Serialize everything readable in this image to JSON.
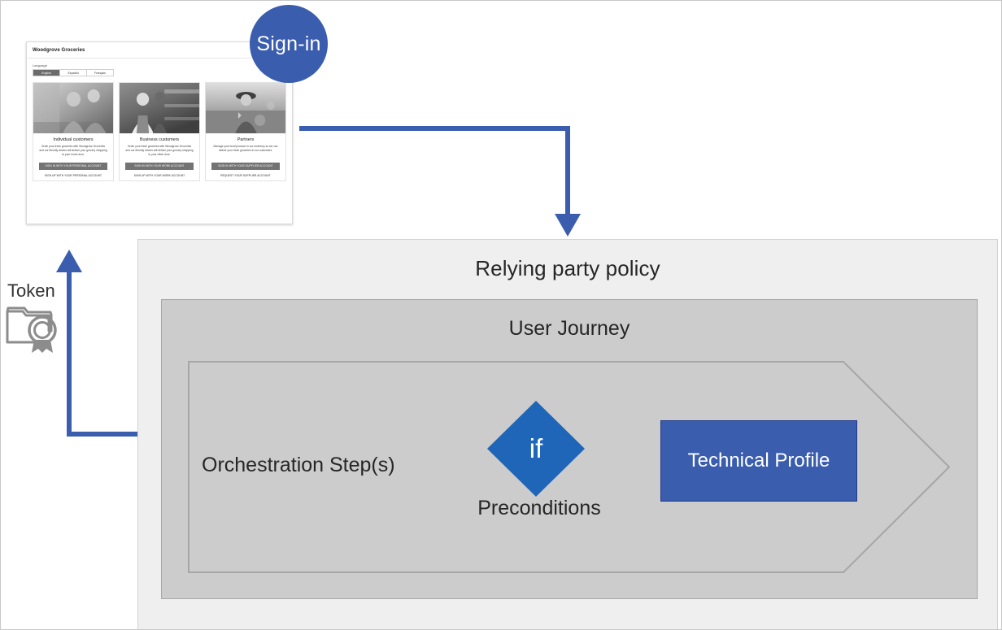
{
  "diagram": {
    "title_relying_party": "Relying party policy",
    "title_user_journey": "User Journey",
    "label_orchestration": "Orchestration Step(s)",
    "label_if": "if",
    "label_preconditions": "Preconditions",
    "label_technical_profile": "Technical Profile",
    "label_signin": "Sign-in",
    "label_token": "Token",
    "colors": {
      "accent_blue": "#3a5dae",
      "diamond_blue": "#1f66b8",
      "panel_light_gray": "#efefef",
      "panel_mid_gray": "#cccccc",
      "chevron_border": "#a6a6a6",
      "token_gray": "#8c8c8c"
    }
  },
  "browser": {
    "brand": "Woodgrove Groceries",
    "language_label": "Language",
    "languages": [
      {
        "label": "English",
        "active": true
      },
      {
        "label": "Español",
        "active": false
      },
      {
        "label": "Français",
        "active": false
      }
    ],
    "cards": [
      {
        "title": "Individual customers",
        "description": "Order your fresh groceries with Woodgrove Groceries and our friendly drivers will deliver your grocery shopping to your home door.",
        "primary_button": "SIGN IN WITH YOUR PERSONAL ACCOUNT",
        "secondary_link": "SIGN UP WITH YOUR PERSONAL ACCOUNT",
        "photo_alt": "shopper-photo"
      },
      {
        "title": "Business customers",
        "description": "Order your fresh groceries with Woodgrove Groceries and our friendly drivers will deliver your grocery shopping to your office door.",
        "primary_button": "SIGN IN WITH YOUR WORK ACCOUNT",
        "secondary_link": "SIGN UP WITH YOUR WORK ACCOUNT",
        "photo_alt": "store-clerk-photo"
      },
      {
        "title": "Partners",
        "description": "Manage your local produce in our inventory so we can deliver your fresh groceries to our customers.",
        "primary_button": "SIGN IN WITH YOUR SUPPLIER ACCOUNT",
        "secondary_link": "REQUEST YOUR SUPPLIER ACCOUNT",
        "photo_alt": "farmer-photo"
      }
    ]
  }
}
